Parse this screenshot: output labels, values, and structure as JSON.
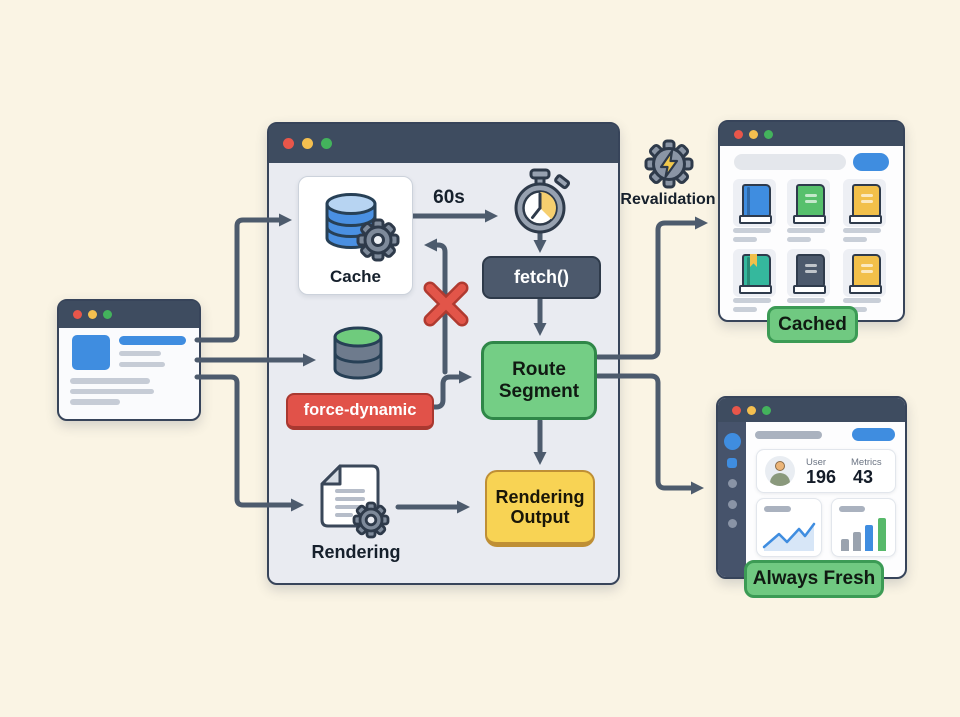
{
  "colors": {
    "background": "#faf4e4",
    "chrome": "#3e4c60",
    "window_body": "#e9ebf1",
    "arrow": "#4d5b6d",
    "accent_blue": "#3f8de0",
    "green_box": "#74ce85",
    "green_border": "#2f8748",
    "yellow_box": "#f8d354",
    "yellow_border": "#bf8f35",
    "red_pill": "#e15249",
    "red_border": "#a93830",
    "slate_box": "#4c596c",
    "badge_green": "#70c981",
    "x_red": "#e25549"
  },
  "traffic_lights": [
    "#e8564a",
    "#f4bf4f",
    "#43b35c"
  ],
  "main_window": {
    "cache_label": "Cache",
    "interval_label": "60s",
    "fetch_label": "fetch()",
    "force_dynamic_label": "force-dynamic",
    "route_segment_label": "Route Segment",
    "rendering_output_label": "Rendering Output",
    "rendering_label": "Rendering"
  },
  "revalidation": {
    "label": "Revalidation"
  },
  "cached_window": {
    "badge_label": "Cached",
    "books": [
      {
        "icon": "blue-book-icon",
        "color": "#3f8de0"
      },
      {
        "icon": "green-book-icon",
        "color": "#57c06c"
      },
      {
        "icon": "yellow-book-icon",
        "color": "#f2c04a"
      },
      {
        "icon": "teal-book-icon",
        "color": "#35b89d"
      },
      {
        "icon": "dark-book-icon",
        "color": "#4c596c"
      },
      {
        "icon": "yellow-book-icon",
        "color": "#f2c04a"
      }
    ]
  },
  "fresh_window": {
    "badge_label": "Always Fresh",
    "stats": [
      {
        "label": "User",
        "value": "196"
      },
      {
        "label": "Metrics",
        "value": "43"
      }
    ]
  }
}
